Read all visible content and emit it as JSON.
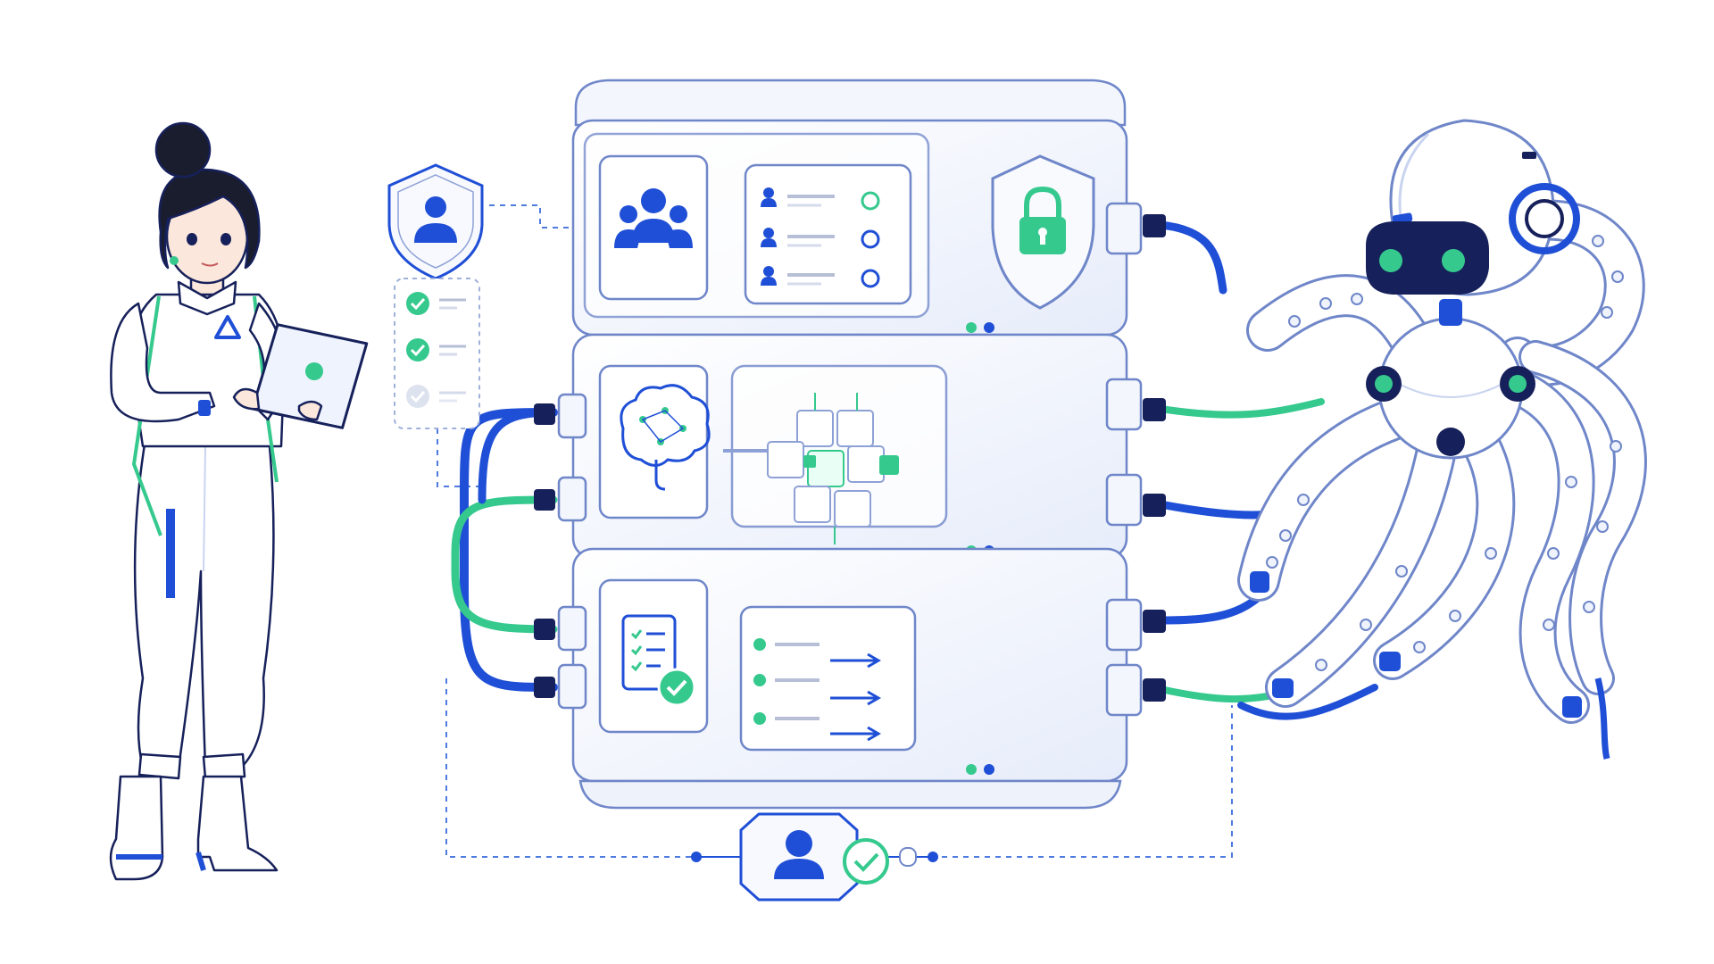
{
  "palette": {
    "blue": "#1f4fd6",
    "navy": "#16205a",
    "green": "#35c98e",
    "pale_blue": "#eef3fd",
    "glass": "#f4f7fd",
    "outline": "#6f86c9",
    "dash": "#4d7be0",
    "gray": "#b7bfd6",
    "skin": "#fbe7dc",
    "hair": "#1a1d2e"
  },
  "icons": {
    "access_shield": "shield-user-icon",
    "team": "users-group-icon",
    "lock_shield": "shield-lock-icon",
    "brain": "brain-network-icon",
    "cube": "cube-cluster-icon",
    "checklist": "checklist-icon",
    "identity": "user-identity-icon",
    "verified": "check-circle-icon"
  },
  "checklist_states": [
    "done",
    "done",
    "pending"
  ],
  "server_modules": [
    "access-control",
    "ai-reasoning",
    "task-execution"
  ],
  "user_rows": 3,
  "task_rows": 3,
  "robot_tentacles": 7
}
